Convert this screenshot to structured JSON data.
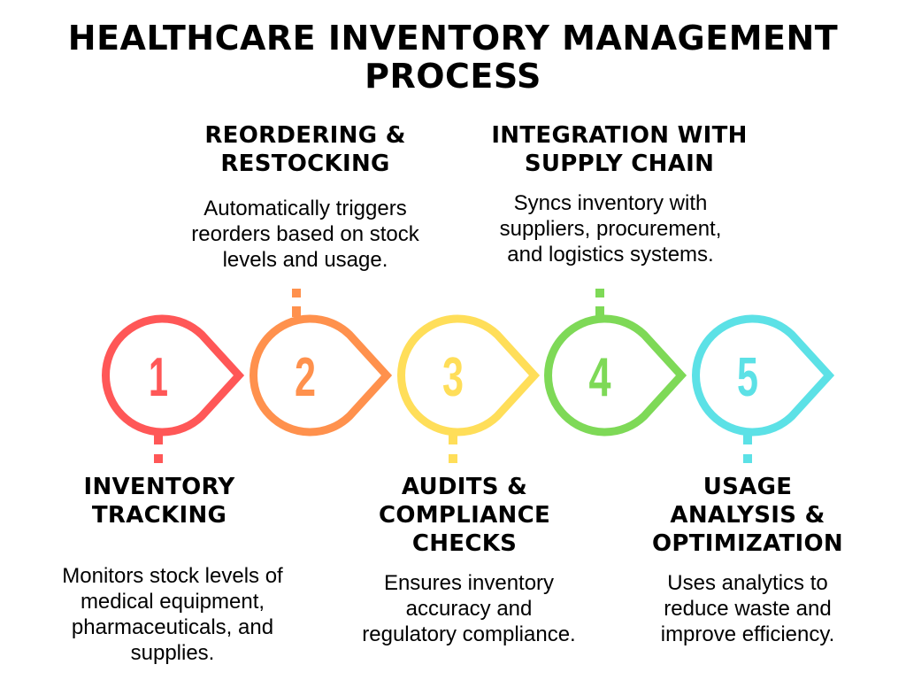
{
  "title": {
    "lines": [
      "HEALTHCARE INVENTORY MANAGEMENT",
      "PROCESS"
    ]
  },
  "colors": {
    "step1": "#FF5757",
    "step2": "#FF914D",
    "step3": "#FFDE59",
    "step4": "#7ED957",
    "step5": "#5CE1E6",
    "text": "#000000",
    "background": "#FFFFFF"
  },
  "steps": [
    {
      "number": "1",
      "position": "below",
      "heading": [
        "INVENTORY",
        "TRACKING"
      ],
      "description": [
        "Monitors stock levels of",
        "medical equipment,",
        "pharmaceuticals, and",
        "supplies."
      ]
    },
    {
      "number": "2",
      "position": "above",
      "heading": [
        "REORDERING &",
        "RESTOCKING"
      ],
      "description": [
        "Automatically triggers",
        "reorders based on stock",
        "levels and usage."
      ]
    },
    {
      "number": "3",
      "position": "below",
      "heading": [
        "AUDITS &",
        "COMPLIANCE",
        "CHECKS"
      ],
      "description": [
        "Ensures inventory",
        "accuracy and",
        "regulatory compliance."
      ]
    },
    {
      "number": "4",
      "position": "above",
      "heading": [
        "INTEGRATION WITH",
        "SUPPLY CHAIN"
      ],
      "description": [
        "Syncs inventory with",
        "suppliers, procurement,",
        "and logistics systems."
      ]
    },
    {
      "number": "5",
      "position": "below",
      "heading": [
        "USAGE",
        "ANALYSIS &",
        "OPTIMIZATION"
      ],
      "description": [
        "Uses analytics to",
        "reduce waste and",
        "improve efficiency."
      ]
    }
  ]
}
